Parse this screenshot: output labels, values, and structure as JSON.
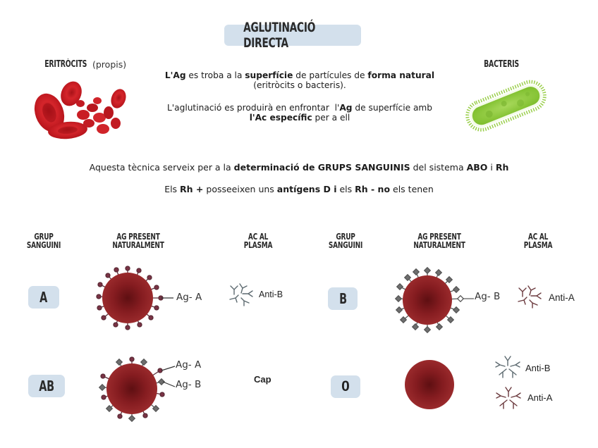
{
  "header": {
    "title": "AGLUTINACIÓ DIRECTA"
  },
  "left_illustration": {
    "label": "ERITRÒCITS",
    "note": "(propis)",
    "icon": "red-blood-cells-illustration"
  },
  "right_illustration": {
    "label": "BACTERIS",
    "icon": "bacterium-illustration"
  },
  "intro": {
    "p1": [
      {
        "text": "L'Ag",
        "bold": true
      },
      {
        "text": " es troba a la ",
        "bold": false
      },
      {
        "text": "superfície",
        "bold": true
      },
      {
        "text": " de partícules de ",
        "bold": false
      },
      {
        "text": "forma natural",
        "bold": true
      }
    ],
    "p1_line2": "(eritròcits o bacteris).",
    "p2_line1": [
      {
        "text": "L'aglutinació es produirà en enfrontar  l'",
        "bold": false
      },
      {
        "text": "Ag",
        "bold": true
      },
      {
        "text": " de superfície amb",
        "bold": false
      }
    ],
    "p2_line2": [
      {
        "text": "l'Ac específic",
        "bold": true
      },
      {
        "text": " per a ell",
        "bold": false
      }
    ]
  },
  "summary": {
    "line1": [
      {
        "text": "Aquesta tècnica serveix per a la ",
        "bold": false
      },
      {
        "text": "determinació de GRUPS SANGUINIS",
        "bold": true
      },
      {
        "text": " del sistema ",
        "bold": false
      },
      {
        "text": "ABO",
        "bold": true
      },
      {
        "text": " i ",
        "bold": false
      },
      {
        "text": "Rh",
        "bold": true
      }
    ],
    "line2": [
      {
        "text": "Els ",
        "bold": false
      },
      {
        "text": "Rh +",
        "bold": true
      },
      {
        "text": " posseeixen uns ",
        "bold": false
      },
      {
        "text": "antígens D i",
        "bold": true
      },
      {
        "text": " els ",
        "bold": false
      },
      {
        "text": "Rh - no",
        "bold": true
      },
      {
        "text": " els tenen",
        "bold": false
      }
    ]
  },
  "table": {
    "headers": {
      "group": [
        "GRUP",
        "SANGUINI"
      ],
      "antigen": [
        "AG PRESENT",
        "NATURALMENT"
      ],
      "antibody": [
        "AC AL",
        "PLASMA"
      ]
    },
    "rows": [
      {
        "group": "A",
        "antigens": [
          "Ag- A"
        ],
        "antibodies": [
          "Anti-B"
        ]
      },
      {
        "group": "B",
        "antigens": [
          "Ag- B"
        ],
        "antibodies": [
          "Anti-A"
        ]
      },
      {
        "group": "AB",
        "antigens": [
          "Ag- A",
          "Ag- B"
        ],
        "antibodies": [],
        "antibody_text": "Cap"
      },
      {
        "group": "0",
        "antigens": [],
        "antibodies": [
          "Anti-B",
          "Anti-A"
        ]
      }
    ]
  },
  "colors": {
    "pill_bg": "#d3e0ec",
    "cell_red": "#8e1f22",
    "antigen_a": "#7a3345",
    "antigen_b": "#6e6e6e",
    "antibody_a": "#6b3a3e",
    "antibody_b": "#5d6a70",
    "bacteria_green": "#8cc83c"
  }
}
